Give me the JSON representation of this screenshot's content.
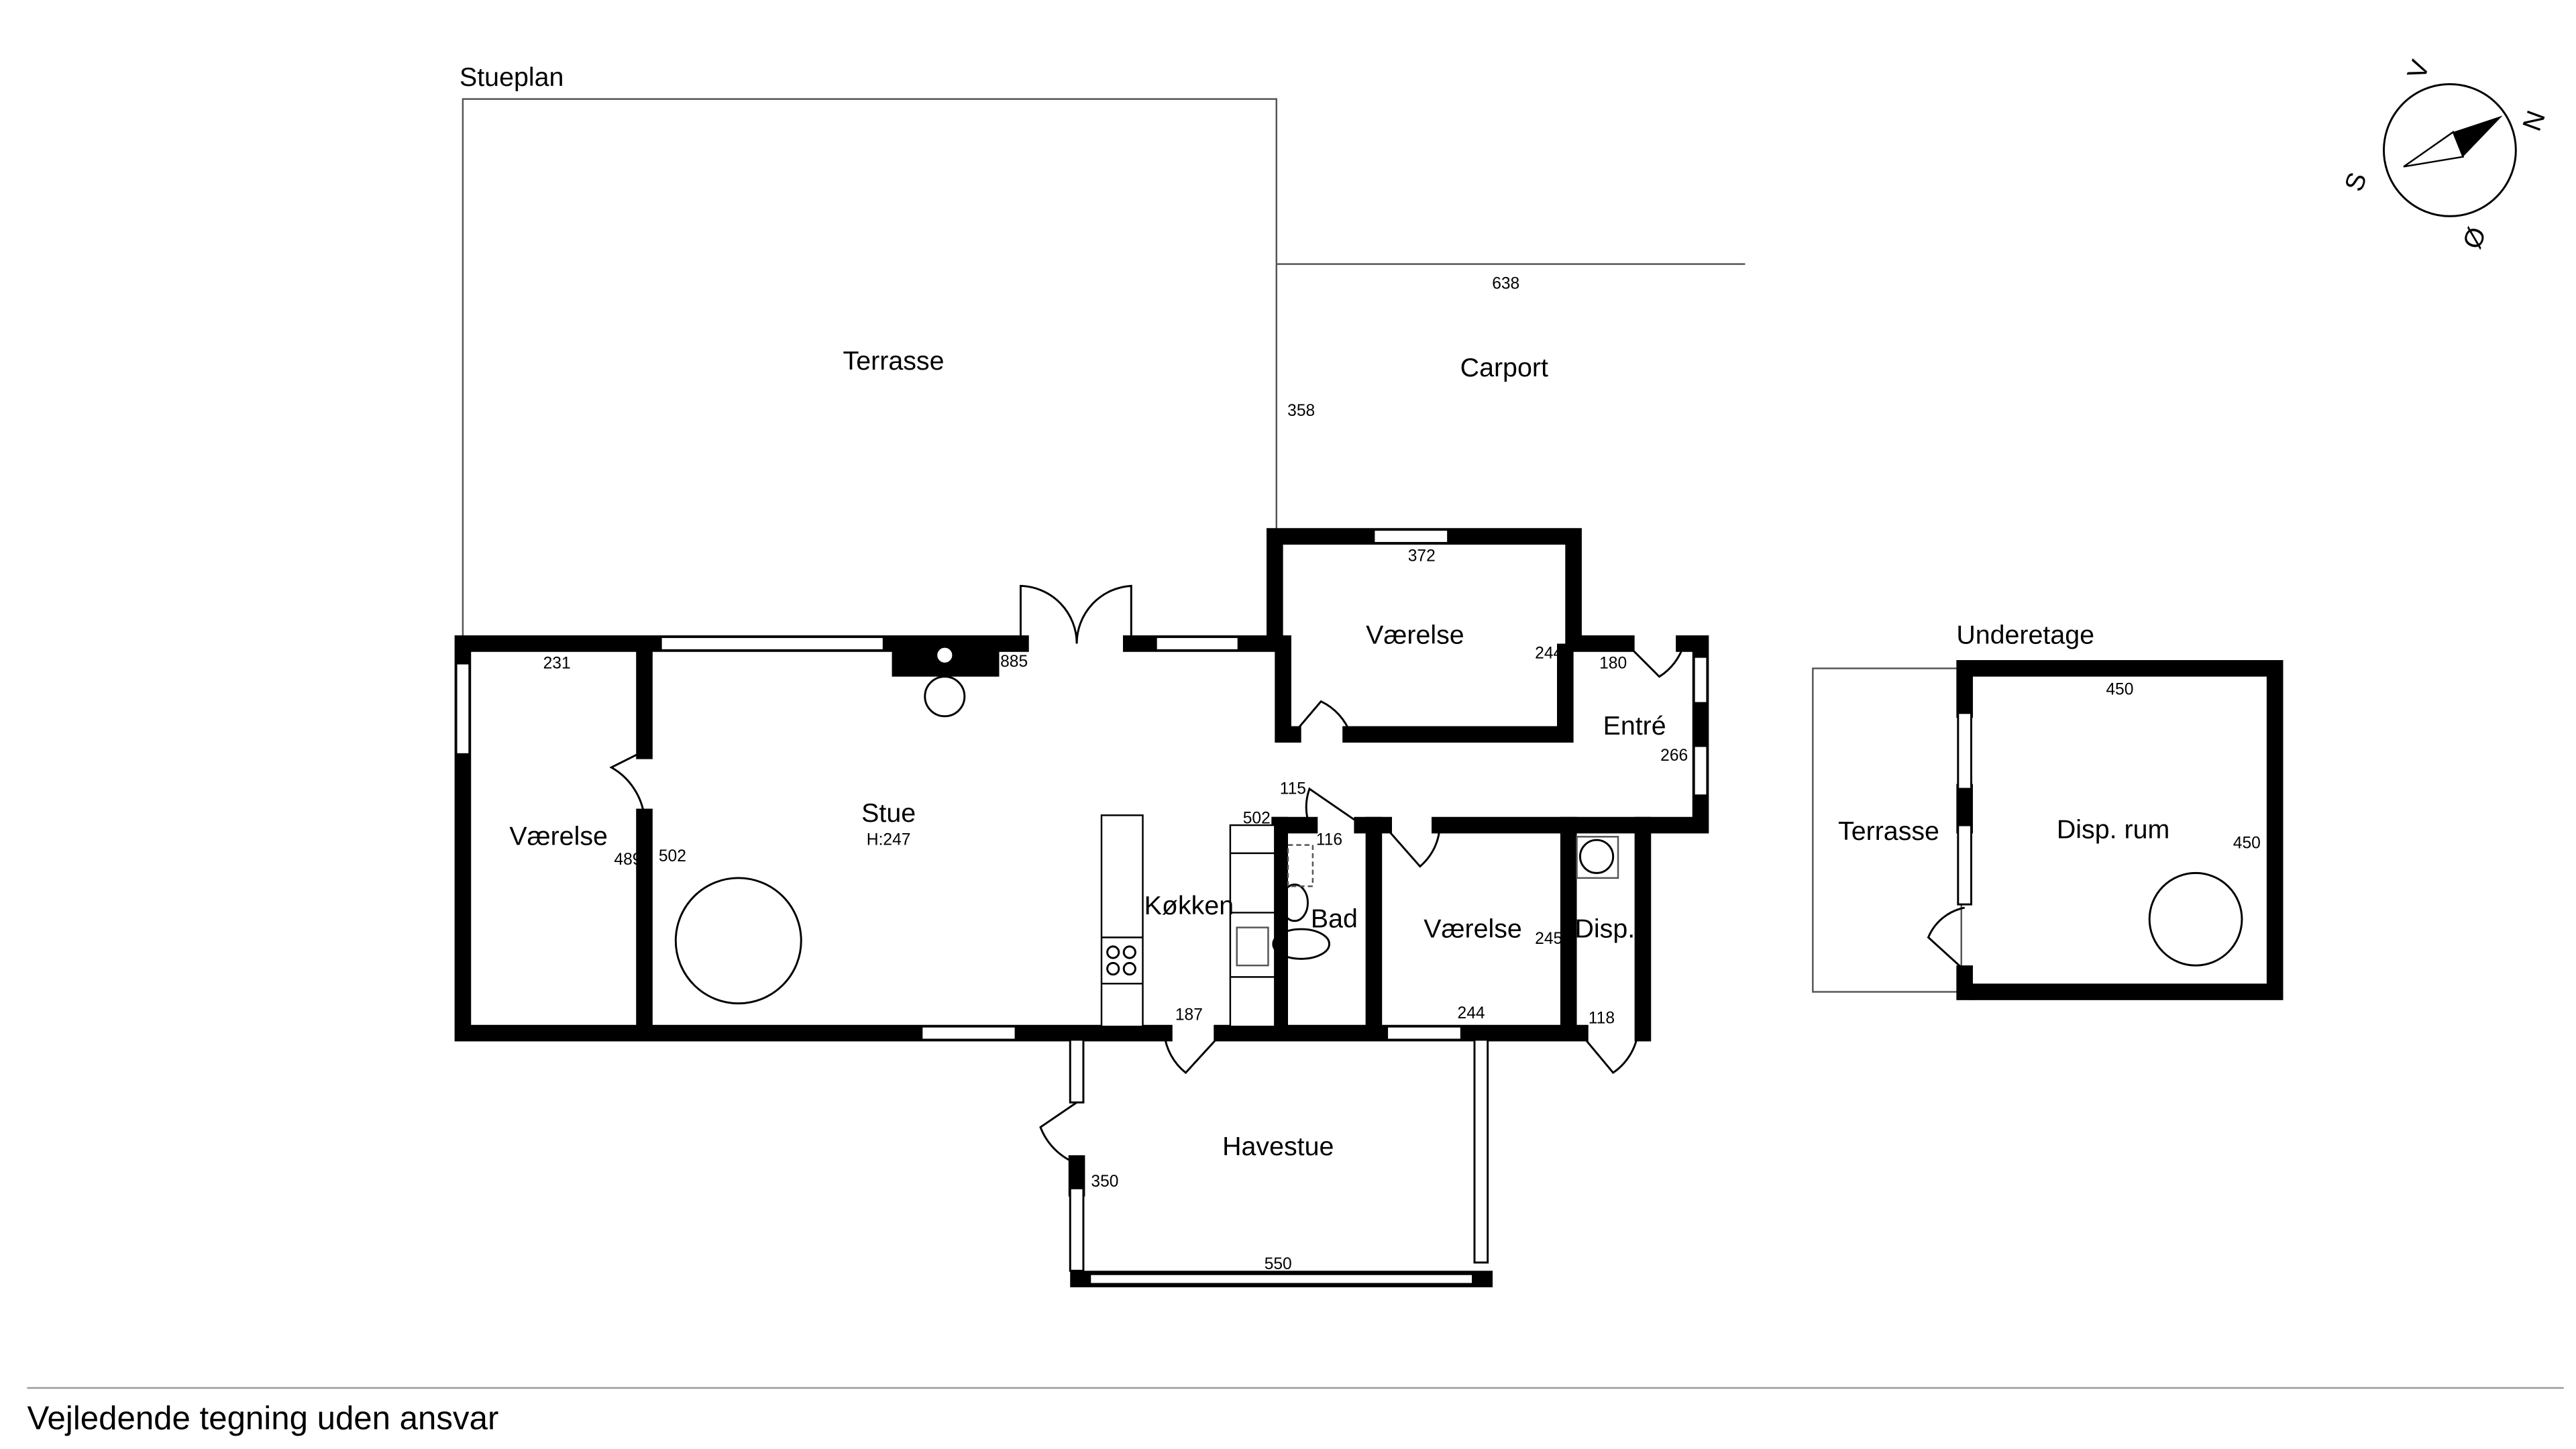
{
  "titles": {
    "ground_floor": "Stueplan",
    "basement": "Underetage"
  },
  "footer": "Vejledende tegning uden ansvar",
  "compass": {
    "north": "N",
    "south": "S",
    "east": "Ø",
    "west": "V"
  },
  "rooms": {
    "terrasse": "Terrasse",
    "carport": "Carport",
    "vaerelse_top": "Værelse",
    "entre": "Entré",
    "vaerelse_left": "Værelse",
    "stue": "Stue",
    "stue_height": "H:247",
    "kokken": "Køkken",
    "bad": "Bad",
    "vaerelse_right": "Værelse",
    "disp": "Disp.",
    "havestue": "Havestue",
    "terrasse_basement": "Terrasse",
    "disp_rum": "Disp. rum"
  },
  "dimensions": {
    "carport_w": "638",
    "carport_h": "358",
    "vaerelse_top_w": "372",
    "vaerelse_top_h": "244",
    "entre_w": "180",
    "entre_h": "266",
    "vaerelse_left_w": "231",
    "vaerelse_left_h": "489",
    "stue_h": "502",
    "stue_w": "885",
    "hall": "115",
    "kitchen_w": "502",
    "bad_w": "116",
    "kitchen_door": "187",
    "vaerelse_right_h": "245",
    "vaerelse_right_w": "244",
    "disp_w": "118",
    "havestue_h": "350",
    "havestue_w": "550",
    "disp_rum_w": "450",
    "disp_rum_h": "450"
  }
}
